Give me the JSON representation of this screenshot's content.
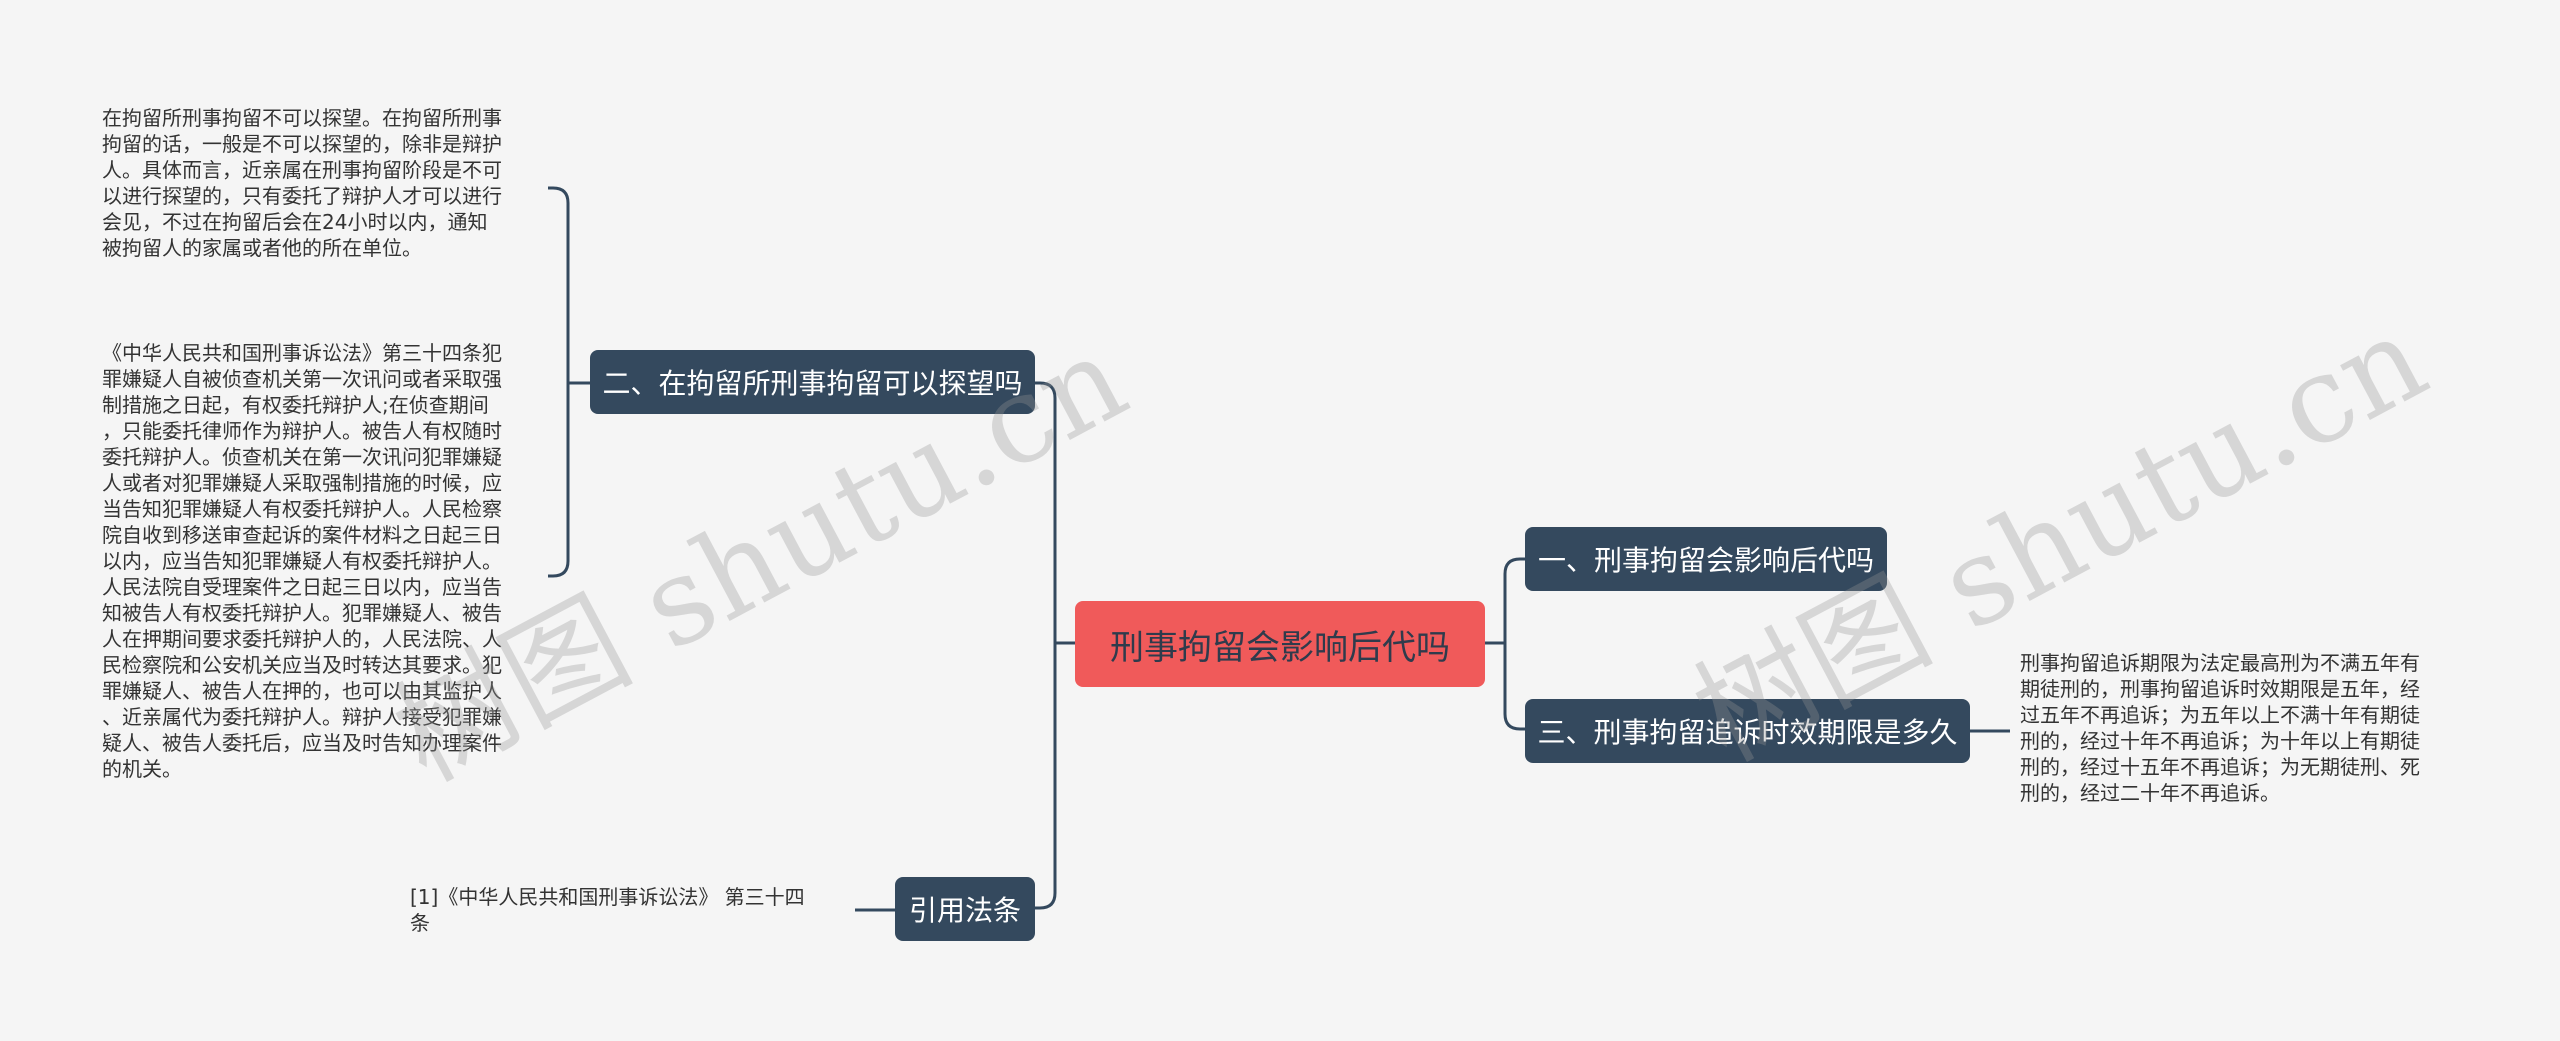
{
  "root": {
    "label": "刑事拘留会影响后代吗"
  },
  "left_branches": [
    {
      "label": "二、在拘留所刑事拘留可以探望吗",
      "notes": [
        "在拘留所刑事拘留不可以探望。在拘留所刑事\n拘留的话，一般是不可以探望的，除非是辩护\n人。具体而言，近亲属在刑事拘留阶段是不可\n以进行探望的，只有委托了辩护人才可以进行\n会见，不过在拘留后会在24小时以内，通知\n被拘留人的家属或者他的所在单位。",
        "《中华人民共和国刑事诉讼法》第三十四条犯\n罪嫌疑人自被侦查机关第一次讯问或者采取强\n制措施之日起，有权委托辩护人;在侦查期间\n，只能委托律师作为辩护人。被告人有权随时\n委托辩护人。侦查机关在第一次讯问犯罪嫌疑\n人或者对犯罪嫌疑人采取强制措施的时候，应\n当告知犯罪嫌疑人有权委托辩护人。人民检察\n院自收到移送审查起诉的案件材料之日起三日\n以内，应当告知犯罪嫌疑人有权委托辩护人。\n人民法院自受理案件之日起三日以内，应当告\n知被告人有权委托辩护人。犯罪嫌疑人、被告\n人在押期间要求委托辩护人的，人民法院、人\n民检察院和公安机关应当及时转达其要求。犯\n罪嫌疑人、被告人在押的，也可以由其监护人\n、近亲属代为委托辩护人。辩护人接受犯罪嫌\n疑人、被告人委托后，应当及时告知办理案件\n的机关。"
      ]
    },
    {
      "label": "引用法条",
      "notes": [
        "[1]《中华人民共和国刑事诉讼法》 第三十四\n条"
      ]
    }
  ],
  "right_branches": [
    {
      "label": "一、刑事拘留会影响后代吗",
      "notes": []
    },
    {
      "label": "三、刑事拘留追诉时效期限是多久",
      "notes": [
        "刑事拘留追诉期限为法定最高刑为不满五年有\n期徒刑的，刑事拘留追诉时效期限是五年，经\n过五年不再追诉；为五年以上不满十年有期徒\n刑的，经过十年不再追诉；为十年以上有期徒\n刑的，经过十五年不再追诉；为无期徒刑、死\n刑的，经过二十年不再追诉。"
      ]
    }
  ],
  "watermarks": [
    "树图 shutu.cn",
    "树图 shutu.cn"
  ],
  "colors": {
    "root_bg": "#f05a5a",
    "branch_bg": "#34495e",
    "line": "#34495e",
    "background": "#f5f5f5"
  }
}
